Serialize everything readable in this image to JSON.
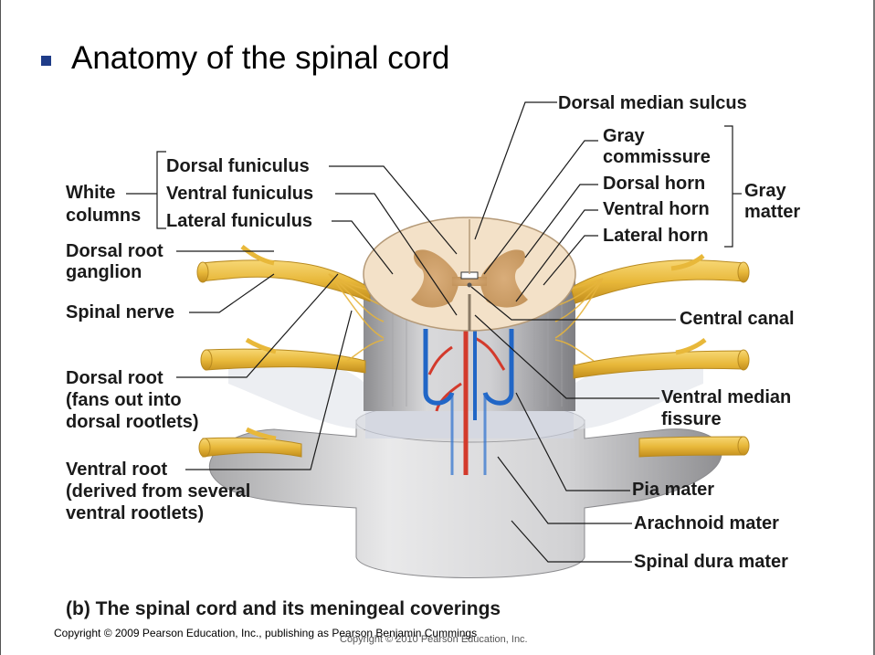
{
  "slide": {
    "title": "Anatomy of the spinal cord",
    "caption": "(b)  The spinal cord and its meningeal coverings",
    "copyright": "Copyright © 2009 Pearson Education, Inc., publishing as Pearson Benjamin Cummings",
    "figure_copyright": "Copyright © 2010 Pearson Education, Inc."
  },
  "labels": {
    "white_columns_1": "White",
    "white_columns_2": "columns",
    "dorsal_funiculus": "Dorsal funiculus",
    "ventral_funiculus": "Ventral funiculus",
    "lateral_funiculus": "Lateral funiculus",
    "dorsal_root_ganglion_1": "Dorsal root",
    "dorsal_root_ganglion_2": "ganglion",
    "spinal_nerve": "Spinal nerve",
    "dorsal_root_1": "Dorsal root",
    "dorsal_root_2": "(fans out into",
    "dorsal_root_3": "dorsal rootlets)",
    "ventral_root_1": "Ventral root",
    "ventral_root_2": "(derived from several",
    "ventral_root_3": "ventral rootlets)",
    "dorsal_median_sulcus": "Dorsal median sulcus",
    "gray_commissure_1": "Gray",
    "gray_commissure_2": "commissure",
    "dorsal_horn": "Dorsal horn",
    "ventral_horn": "Ventral horn",
    "lateral_horn": "Lateral horn",
    "gray_matter_1": "Gray",
    "gray_matter_2": "matter",
    "central_canal": "Central canal",
    "ventral_median_fissure_1": "Ventral median",
    "ventral_median_fissure_2": "fissure",
    "pia_mater": "Pia mater",
    "arachnoid_mater": "Arachnoid mater",
    "spinal_dura_mater": "Spinal dura mater"
  }
}
